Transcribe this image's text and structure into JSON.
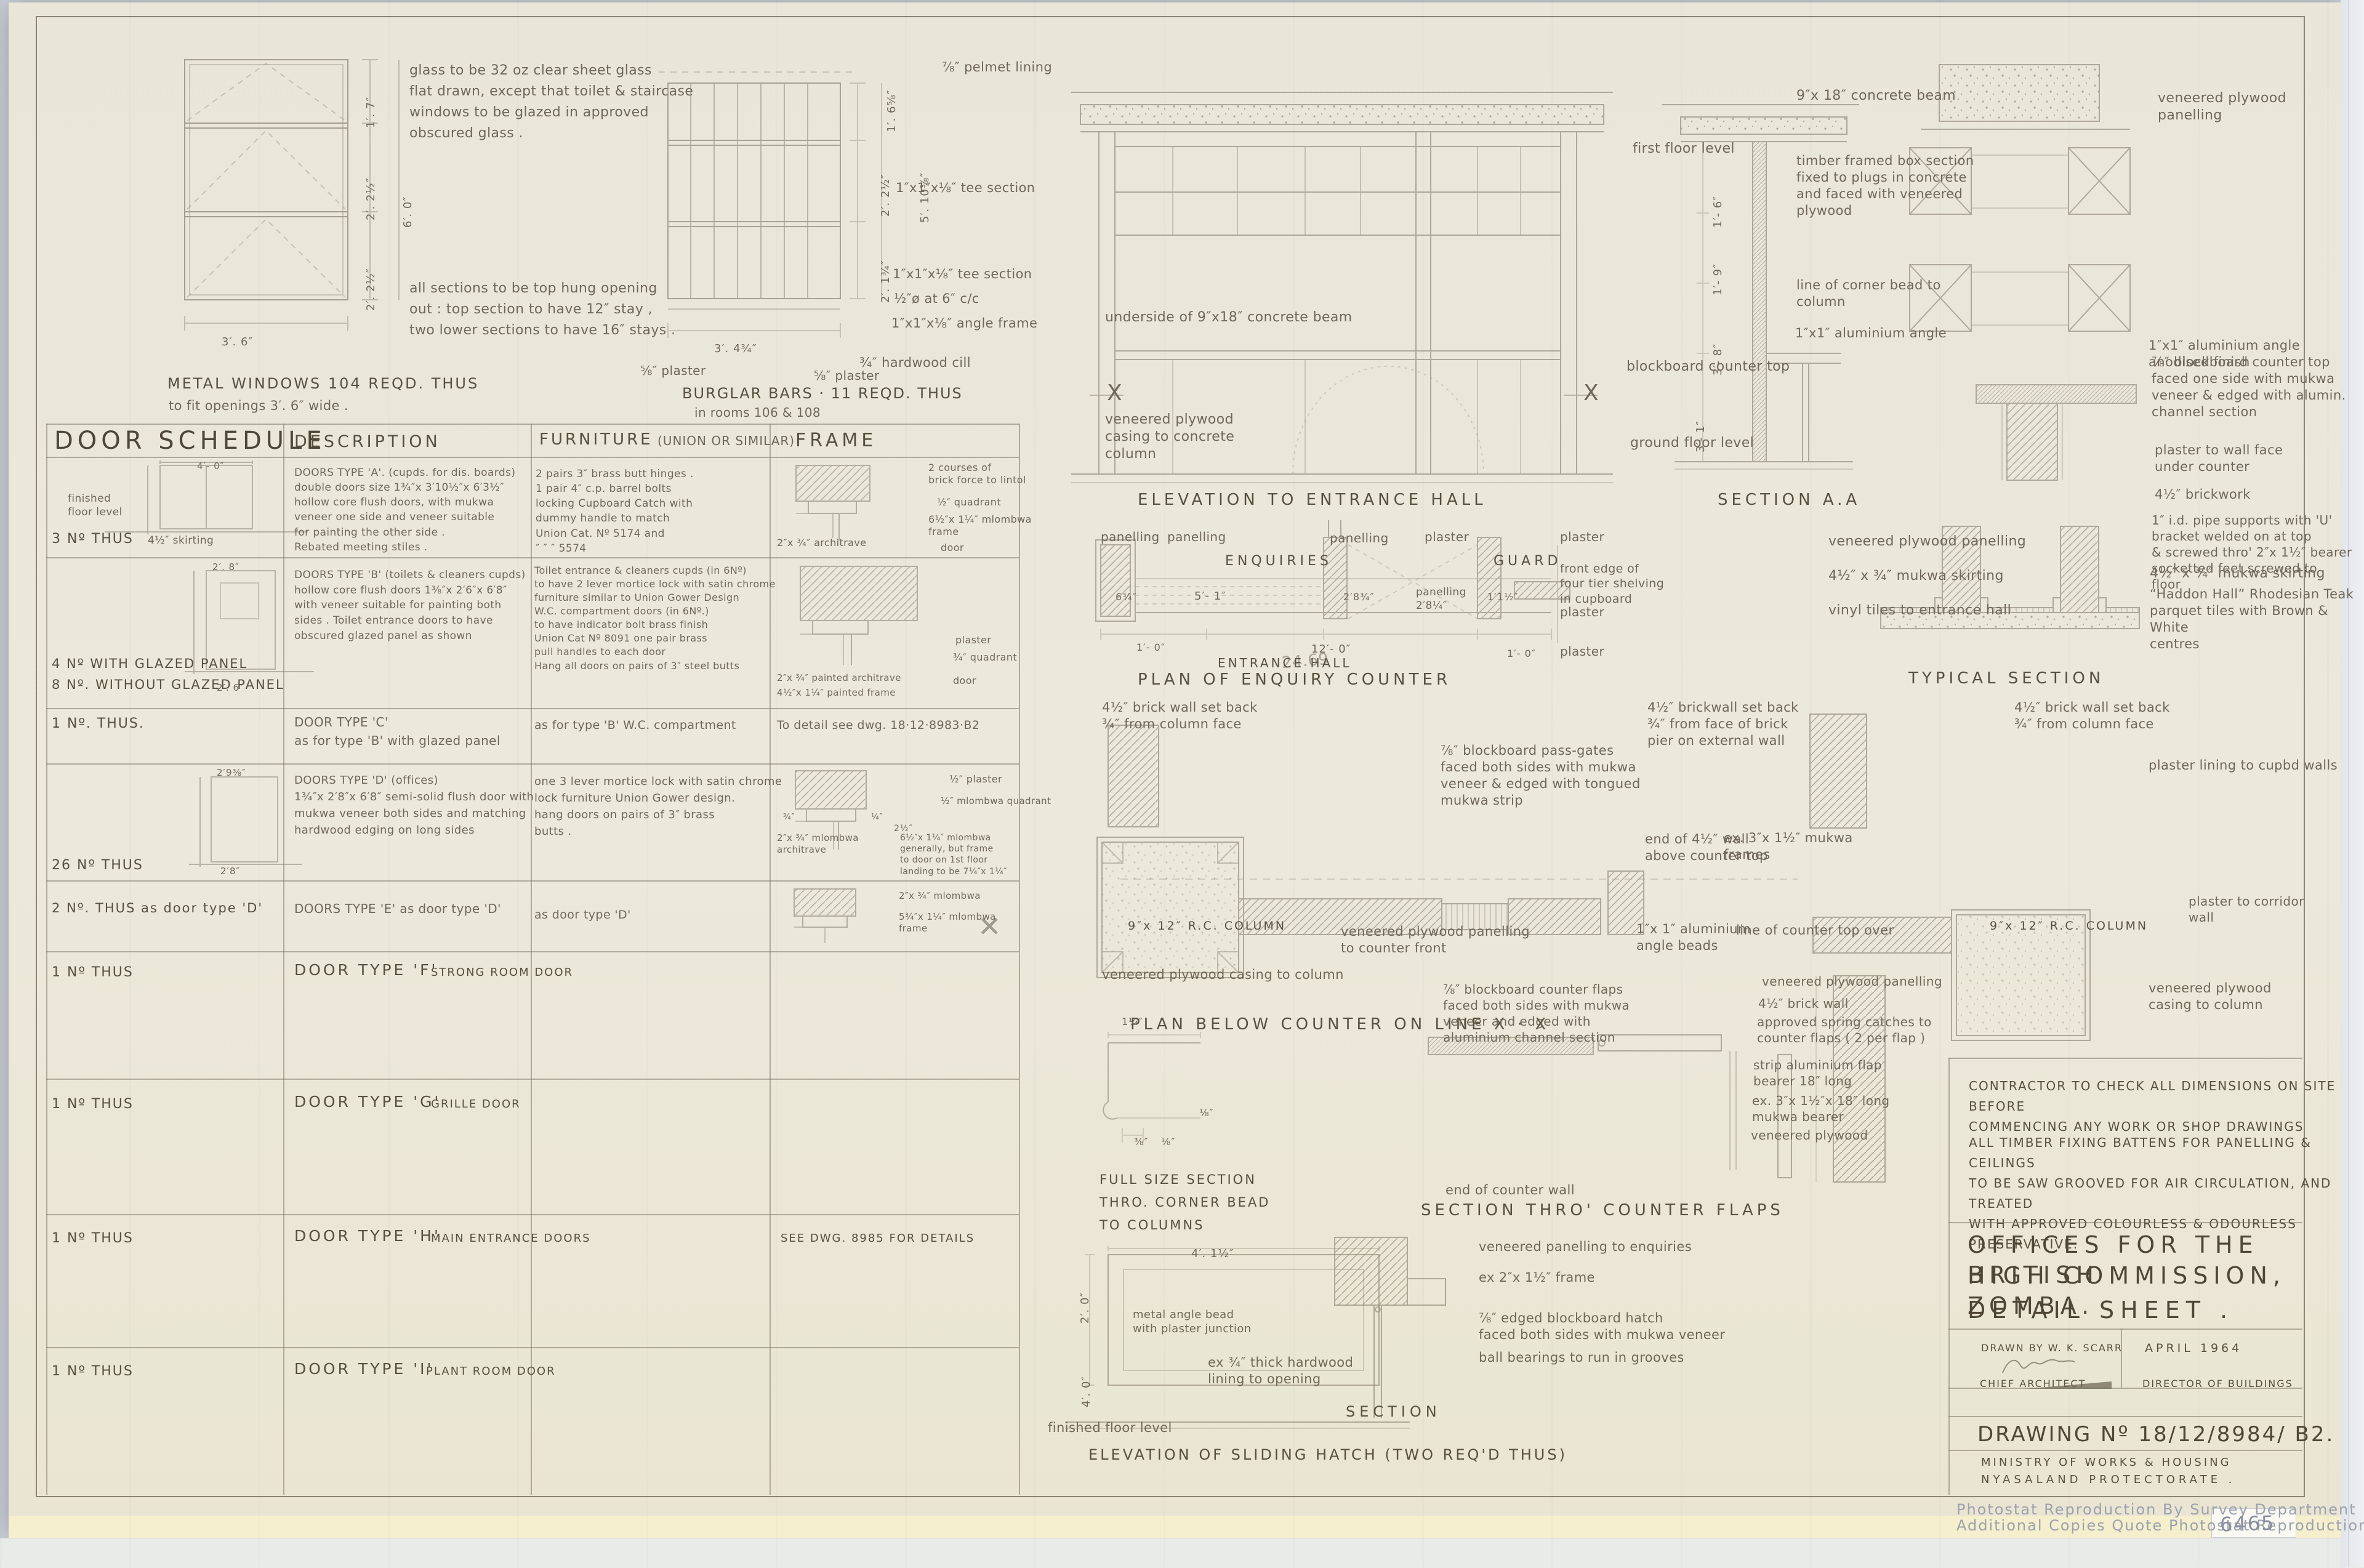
{
  "sheet_title": {
    "line1": "OFFICES FOR THE BRITISH",
    "line2": "HIGH COMMISSION, ZOMBA.",
    "line3": "DETAIL SHEET .",
    "drawn_by": "DRAWN BY W. K. SCARR",
    "date": "APRIL 1964",
    "chief_architect": "CHIEF ARCHITECT",
    "director": "DIRECTOR OF BUILDINGS",
    "drawing_no": "DRAWING Nº 18/12/8984/ B2.",
    "ministry": "MINISTRY OF WORKS & HOUSING",
    "protectorate": "NYASALAND   PROTECTORATE .",
    "stamp_line1": "Photostat Reproduction By Survey Department",
    "stamp_line2": "Additional Copies Quote Photostat Reproduction Nº",
    "stamp_number": "6465"
  },
  "site_notes": {
    "para1": "CONTRACTOR TO CHECK ALL DIMENSIONS ON SITE  BEFORE\nCOMMENCING ANY WORK OR SHOP DRAWINGS",
    "para2": "ALL TIMBER FIXING BATTENS FOR PANELLING & CEILINGS\nTO BE SAW GROOVED FOR AIR CIRCULATION, AND TREATED\nWITH APPROVED COLOURLESS & ODOURLESS PRESERVATIVE."
  },
  "window_detail": {
    "glass_note": "glass to be 32 oz clear sheet glass\nflat drawn, except that toilet & staircase\nwindows to be glazed in approved\nobscured glass .",
    "opening_note": "all sections to be top hung opening\nout :   top section to have 12″ stay ,\ntwo lower sections to have 16″ stays .",
    "caption": "METAL WINDOWS 104 REQD. THUS",
    "caption2": "to fit openings 3′. 6″ wide .",
    "dim_top": "1′. 7″",
    "dim_mid": "2′. 2½″",
    "dim_bot": "2′. 2½″",
    "dim_total": "6′. 0″",
    "dim_width": "3′. 6″"
  },
  "burglar_bars": {
    "caption": "BURGLAR BARS ·  11 REQD. THUS",
    "caption2": "in rooms 106 & 108",
    "pelmet": "⅞″ pelmet lining",
    "tee1": "1″x1″x⅛″ tee section",
    "tee2": "1″x1″x⅛″ tee section",
    "rod": "½″ø at 6″ c/c",
    "angle": "1″x1″x⅛″ angle frame",
    "cill": "¾″ hardwood cill",
    "plaster_left": "⅝″ plaster",
    "plaster_right": "⅝″ plaster",
    "dim_h1": "1′. 6⅝″",
    "dim_h2": "2′. 2½″",
    "dim_h3": "2′. 1¾″",
    "dim_total": "5′. 10⅜″",
    "dim_width": "3′. 4¾″"
  },
  "schedule": {
    "title": "DOOR SCHEDULE",
    "col_description": "DESCRIPTION",
    "col_furniture": "FURNITURE",
    "col_furniture_sub": "(UNION OR SIMILAR)",
    "col_frame": "FRAME",
    "rows": {
      "a": {
        "qty": "3 Nº THUS",
        "floor_note": "finished\nfloor level",
        "skirting": "4½″ skirting",
        "dim": "4′- 0″",
        "desc": "DOORS TYPE 'A'. (cupds. for dis. boards)\ndouble doors size 1¾″x 3′10½″x 6′3½″\nhollow core flush doors, with mukwa\nveneer one side and veneer suitable\nfor painting the other side .\nRebated meeting stiles .",
        "furn": "2 pairs 3″ brass butt hinges .\n1 pair 4″ c.p. barrel bolts\nlocking Cupboard Catch with\ndummy handle to match\nUnion Cat. Nº 5174 and\n    ″        ″        ″     5574",
        "f1": "2 courses of\nbrick force to lintol",
        "f2": "½″ quadrant",
        "f3": "6½″x 1¼″ mlombwa\nframe",
        "f4": "2″x ¾″ architrave",
        "f5": "door"
      },
      "b": {
        "qty": "4 Nº WITH GLAZED PANEL\n8 Nº. WITHOUT GLAZED PANEL",
        "dim_top": "2′. 8″",
        "dim_bot": "2′. 6″",
        "desc": "DOORS TYPE 'B'  (toilets & cleaners cupds)\nhollow core flush doors 1⅜″x 2′6″x 6′8″\nwith veneer suitable for painting both\nsides .  Toilet entrance doors to have\nobscured glazed panel as shown",
        "furn": "Toilet entrance & cleaners cupds (in 6Nº)\nto have 2 lever mortice lock with satin chrome\nfurniture similar to Union Gower Design\nW.C. compartment doors (in 6Nº.)\nto have indicator bolt brass finish\nUnion Cat Nº 8091  one pair brass\npull handles to each door\nHang all doors on pairs of 3″ steel butts",
        "f1": "plaster",
        "f2": "¾″ quadrant",
        "f3": "2″x ¾″ painted architrave",
        "f4": "4½″x 1¼″ painted frame",
        "f5": "door"
      },
      "c": {
        "qty": "1 Nº. THUS.",
        "desc": "DOOR  TYPE 'C'\nas for type 'B' with glazed panel",
        "furn": "as for type 'B'  W.C. compartment",
        "frame_note": "To detail see dwg. 18·12·8983·B2"
      },
      "d": {
        "qty": "26 Nº THUS",
        "dim_top": "2′9⅜″",
        "dim_bot": "2′8″",
        "desc": "DOORS TYPE 'D'  (offices)\n1¾″x 2′8″x 6′8″ semi-solid flush door with\nmukwa veneer both sides and matching\nhardwood edging on long sides",
        "furn": "one 3 lever mortice lock with satin chrome\nlock furniture Union Gower design.\nhang doors on pairs of 3″ brass\nbutts .",
        "f1": "½″ plaster",
        "f2": "½″ mlombwa quadrant",
        "f3": "2″x ¾″ mlombwa\narchitrave",
        "f4": "2½″",
        "f5": "6½″x 1¼″ mlombwa\ngenerally, but frame\nto door on 1st floor\nlanding to be 7¼″x 1¼″",
        "f6": "¾″",
        "f7": "¼″"
      },
      "e": {
        "qty": "2 Nº. THUS  as door type 'D'",
        "desc": "DOORS TYPE 'E'   as door type 'D'",
        "furn": "as door type 'D'",
        "f1": "2″x ¾″ mlombwa",
        "f2": "5¾″x 1¼″ mlombwa\nframe"
      },
      "f": {
        "qty": "1 Nº THUS",
        "desc": "DOOR TYPE 'F'",
        "desc_sub": "STRONG ROOM DOOR"
      },
      "g": {
        "qty": "1 Nº THUS",
        "desc": "DOOR TYPE 'G'",
        "desc_sub": "GRILLE DOOR"
      },
      "h": {
        "qty": "1 Nº THUS",
        "desc": "DOOR TYPE 'H'",
        "desc_sub": "MAIN ENTRANCE DOORS",
        "frame_note": "SEE DWG. 8985 FOR DETAILS"
      },
      "i": {
        "qty": "1 Nº THUS",
        "desc": "DOOR TYPE 'I'",
        "desc_sub": "PLANT ROOM DOOR"
      }
    }
  },
  "elevation_hall": {
    "title": "ELEVATION TO ENTRANCE HALL",
    "beam": "underside of 9″x18″ concrete beam",
    "casing": "veneered plywood\ncasing to concrete\ncolumn",
    "x_mark": "X"
  },
  "section_aa": {
    "title": "SECTION  A.A",
    "ffl": "first floor level",
    "counter": "blockboard counter top",
    "gfl": "ground floor level",
    "d1": "1′- 6″",
    "d2": "1′- 9″",
    "d3": "3′- 8″",
    "d4": "3′- 1″"
  },
  "beam_detail": {
    "beam": "9″x 18″ concrete beam",
    "box": "timber framed box section\nfixed to plugs in concrete\nand faced with veneered\nplywood",
    "bead": "line of corner bead to\ncolumn",
    "angle": "1″x1″ aluminium angle",
    "panelling": "veneered plywood\npanelling",
    "angle2": "1″x1″ aluminium angle\nanodised finish",
    "counter": "⅞″ blockboard counter top\nfaced one side with mukwa\nveneer & edged with alumin.\nchannel section",
    "plaster": "plaster to wall face\nunder counter",
    "brick": "4½″ brickwork"
  },
  "typical_section": {
    "title": "TYPICAL  SECTION",
    "pipe": "1″ i.d. pipe supports with 'U'\nbracket welded on at top\n& screwed thro' 2″x 1½″ bearer\nsocketted feet screwed to\nfloor",
    "panelling": "veneered plywood panelling",
    "skirting_l": "4½″ x ¾″ mukwa skirting",
    "vinyl": "vinyl tiles to entrance hall",
    "skirting_r": "4½″ x ¾″ mukwa skirting",
    "parquet": "“Haddon Hall” Rhodesian Teak\nparquet tiles with Brown & White\ncentres"
  },
  "plan_enquiry": {
    "title": "PLAN OF ENQUIRY COUNTER",
    "panelling1": "panelling",
    "panelling2": "panelling",
    "panelling3": "panelling",
    "plaster1": "plaster",
    "plaster2": "plaster",
    "enquiries": "ENQUIRIES",
    "guard": "GUARD",
    "shelving": "front edge of\nfour tier shelving\nin cupboard",
    "panelling4": "panelling\n2′8¼″",
    "plaster3": "plaster",
    "plaster4": "plaster",
    "hall": "ENTRANCE HALL",
    "d1": "6¾″",
    "d2": "5′- 1″",
    "d3": "2′8¾″",
    "d4": "1′1½″",
    "d5": "1′- 0″",
    "d6": "12′- 0″",
    "d7": "1′- 0″"
  },
  "plan_below": {
    "title": "PLAN BELOW COUNTER ON LINE X · X",
    "brick_l": "4½″ brick wall set back\n¾″ from column face",
    "passgates": "⅞″ blockboard pass-gates\nfaced both sides with mukwa\nveneer & edged with tongued\nmukwa strip",
    "brick_ext": "4½″ brickwall set back\n¾″ from face of brick\npier on external wall",
    "brick_r": "4½″ brick wall set back\n¾″ from column face",
    "plaster_lining": "plaster lining to cupbd walls",
    "end_wall": "end of 4½″ wall\nabove counter top",
    "mukwa_frames": "ex. 3″x 1½″ mukwa\nframes",
    "column_l": "9″x 12″  R.C. COLUMN",
    "column_r": "9″x 12″  R.C. COLUMN",
    "panelling_front": "veneered plywood panelling\nto counter front",
    "angle_beads": "1″x 1″ aluminium\nangle beads",
    "counter_over": "line of counter top over",
    "corridor": "plaster to corridor\nwall",
    "casing_l": "veneered plywood casing to column",
    "casing_r": "veneered plywood\ncasing to column"
  },
  "corner_bead": {
    "title": "FULL SIZE SECTION\nTHRO. CORNER BEAD\nTO COLUMNS",
    "d1": "1¼″",
    "d2": "⅛″",
    "d3": "⅜″",
    "d4": "⅛″"
  },
  "counter_flaps": {
    "title": "SECTION  THRO'  COUNTER  FLAPS",
    "flaps": "⅞″ blockboard counter flaps\nfaced both sides with mukwa\nveneer and edged with\naluminium channel section",
    "end_wall": "end of counter wall",
    "panelling": "veneered plywood panelling",
    "brick": "4½″ brick wall",
    "catches": "approved spring catches to\ncounter flaps ( 2 per flap )",
    "bearer": "strip aluminium flap\nbearer 18″ long",
    "mukwa_bearer": "ex. 3″x 1½″x 18″ long\nmukwa bearer",
    "plywood": "veneered plywood"
  },
  "sliding_hatch": {
    "section_title": "SECTION",
    "title": "ELEVATION OF SLIDING HATCH  (TWO REQ'D THUS)",
    "panelling": "veneered panelling to enquiries",
    "frame": "ex 2″x 1½″ frame",
    "hatch": "⅞″ edged blockboard hatch\nfaced both sides with mukwa veneer",
    "bearings": "ball bearings to run in grooves",
    "lining": "ex ¾″ thick hardwood\nlining to opening",
    "bead": "metal angle bead\nwith plaster junction",
    "ffl": "finished floor level",
    "d1": "4′. 1½″",
    "d2": "2′. 0″",
    "d3": "4′. 0″"
  },
  "annotations": {
    "scribble": "24.69"
  }
}
